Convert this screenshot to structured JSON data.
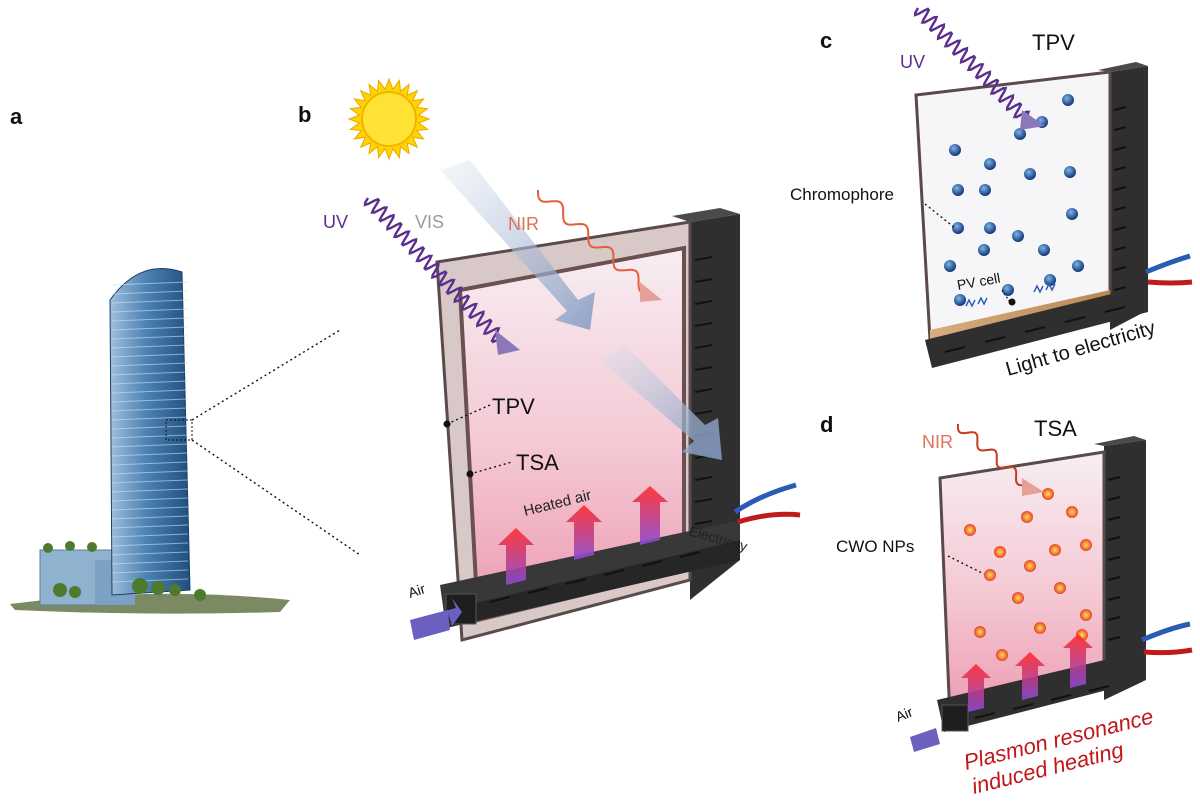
{
  "panels": {
    "a": {
      "letter": "a"
    },
    "b": {
      "letter": "b",
      "uv": "UV",
      "vis": "VIS",
      "nir": "NIR",
      "tpv": "TPV",
      "tsa": "TSA",
      "heated_air": "Heated air",
      "air": "Air",
      "electricity": "Electricity"
    },
    "c": {
      "letter": "c",
      "uv": "UV",
      "title": "TPV",
      "chromophore": "Chromophore",
      "pv_cell": "PV cell",
      "caption": "Light to electricity"
    },
    "d": {
      "letter": "d",
      "nir": "NIR",
      "title": "TSA",
      "cwo": "CWO NPs",
      "air": "Air",
      "caption_line1": "Plasmon resonance",
      "caption_line2": "induced heating"
    }
  },
  "colors": {
    "uv": "#6a3d9a",
    "vis": "#9a9a9a",
    "nir": "#e0705a",
    "caption_red": "#c0161c",
    "frame": "#3a3a3a",
    "sun": "#ffd400",
    "chromophore": "#1f5fae",
    "nanoparticle": "#f05a3c"
  }
}
